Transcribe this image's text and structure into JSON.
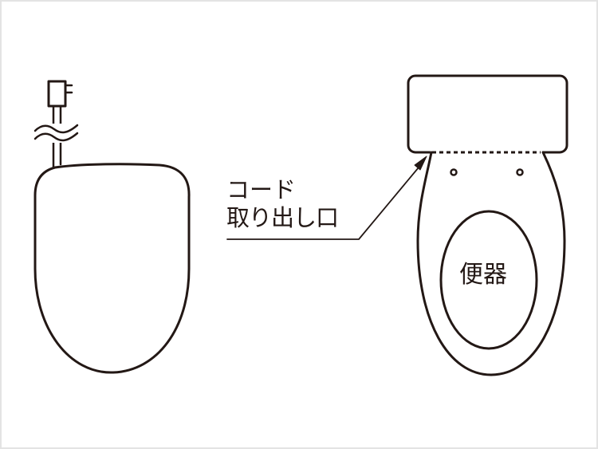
{
  "diagram": {
    "type": "toilet-seat-cord-outlet-illustration",
    "stroke_color": "#231815",
    "border_color": "#e3e3e3",
    "labels": {
      "cord_outlet_line1": "コード",
      "cord_outlet_line2": "取り出し口",
      "toilet_bowl": "便器"
    },
    "parts": [
      {
        "name": "plug",
        "view": "side"
      },
      {
        "name": "power-cord",
        "view": "side",
        "break_marks": true
      },
      {
        "name": "seat-lid",
        "view": "side"
      },
      {
        "name": "control-unit",
        "view": "top"
      },
      {
        "name": "cord-outlet",
        "view": "top",
        "style": "dashed",
        "pointed_by": "leader-arrow"
      },
      {
        "name": "mounting-holes",
        "view": "top",
        "count": 2
      },
      {
        "name": "seat-ring",
        "view": "top"
      },
      {
        "name": "toilet-bowl-opening",
        "view": "top"
      }
    ]
  }
}
